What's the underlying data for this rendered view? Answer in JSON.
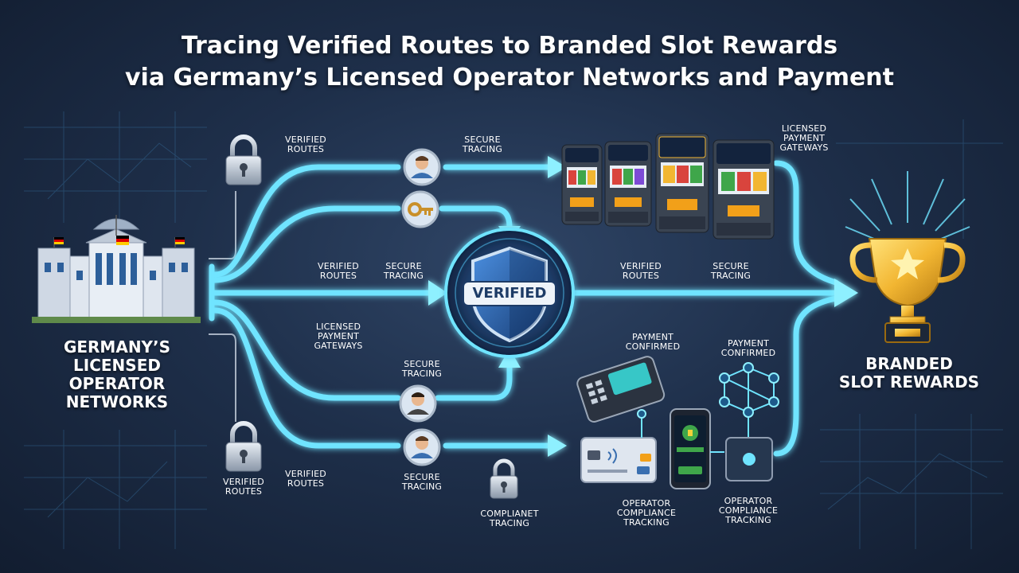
{
  "title": {
    "line1": "Tracing Verified Routes to Branded Slot Rewards",
    "line2": "via Germany’s Licensed Operator Networks and Payment"
  },
  "source": {
    "line1": "GERMANY’S",
    "line2": "LICENSED",
    "line3": "OPERATOR",
    "line4": "NETWORKS"
  },
  "target": {
    "line1": "BRANDED",
    "line2": "SLOT REWARDS"
  },
  "hub": {
    "badge": "VERIFIED"
  },
  "labels": {
    "verified_routes_top": [
      "VERIFIED",
      "ROUTES"
    ],
    "secure_tracing_top": [
      "SECURE",
      "TRACING"
    ],
    "licensed_gateways_top": [
      "LICENSED",
      "PAYMENT",
      "GATEWAYS"
    ],
    "verified_routes_mid_left": [
      "VERIFIED",
      "ROUTES"
    ],
    "secure_tracing_mid_left": [
      "SECURE",
      "TRACING"
    ],
    "verified_routes_mid_right": [
      "VERIFIED",
      "ROUTES"
    ],
    "secure_tracing_mid_right": [
      "SECURE",
      "TRACING"
    ],
    "licensed_gateways_low": [
      "LICENSED",
      "PAYMENT",
      "GATEWAYS"
    ],
    "secure_tracing_low": [
      "SECURE",
      "TRACING"
    ],
    "payment_confirmed_left": [
      "PAYMENT",
      "CONFIRMED"
    ],
    "payment_confirmed_right": [
      "PAYMENT",
      "CONFIRMED"
    ],
    "verified_routes_lock": [
      "VERIFIED",
      "ROUTES"
    ],
    "verified_routes_bottom": [
      "VERIFIED",
      "ROUTES"
    ],
    "secure_tracing_bottom": [
      "SECURE",
      "TRACING"
    ],
    "compliant_tracing": [
      "COMPLIANET",
      "TRACING"
    ],
    "operator_compliance_left": [
      "OPERATOR",
      "COMPLIANCE",
      "TRACKING"
    ],
    "operator_compliance_right": [
      "OPERATOR",
      "COMPLIANCE",
      "TRACKING"
    ]
  },
  "colors": {
    "flow": "#6fe4ff",
    "flow_glow": "#1fb4f0",
    "background": "#1e2f4a",
    "trophy": "#f2b632",
    "shield": "#2a5ea8"
  },
  "icons": [
    "padlock-icon",
    "person-icon",
    "key-icon",
    "shield-icon",
    "trophy-icon",
    "slot-machine-icon",
    "card-terminal-icon",
    "credit-card-icon",
    "smartphone-icon",
    "network-icon",
    "government-building-icon"
  ]
}
